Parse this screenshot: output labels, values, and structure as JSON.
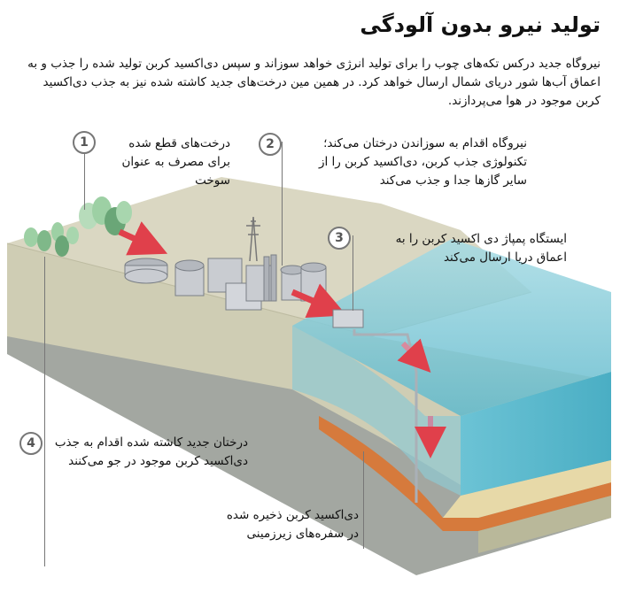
{
  "title": "تولید نیرو بدون آلودگی",
  "intro": "نیروگاه جدید درکس تکه‌های چوب را برای تولید انرژی خواهد سوزاند و سپس دی‌اکسید کربن تولید شده را جذب و به اعماق آب‌ها شور دریای شمال ارسال خواهد کرد. در همین مین درخت‌های جدید کاشته شده نیز به جذب دی‌اکسید کربن موجود در هوا می‌پردازند.",
  "callouts": [
    {
      "number": "1",
      "text": "درخت‌های قطع شده برای مصرف به عنوان سوخت"
    },
    {
      "number": "2",
      "text": "نیروگاه اقدام به سوزاندن درختان می‌کند؛ تکنولوژی جذب کربن، دی‌اکسید کربن را از سایر گازها جدا و جذب می‌کند"
    },
    {
      "number": "3",
      "text": "ایستگاه پمپاژ دی اکسید کربن را به اعماق دریا ارسال می‌کند"
    },
    {
      "number": "4",
      "text": "درختان جدید کاشته شده اقدام به جذب دی‌اکسید کربن موجود در جو می‌کنند"
    }
  ],
  "storage_label": "دی‌اکسید کربن ذخیره شده در سفره‌های زیرزمینی",
  "colors": {
    "ground_top": "#d9d6c0",
    "ground_side": "#c9c7ad",
    "bedrock": "#9da19c",
    "sea": "#8fd0dc",
    "storage_layer": "#d67a3c",
    "arrow": "#e0404b",
    "tree": "#7fb889"
  }
}
